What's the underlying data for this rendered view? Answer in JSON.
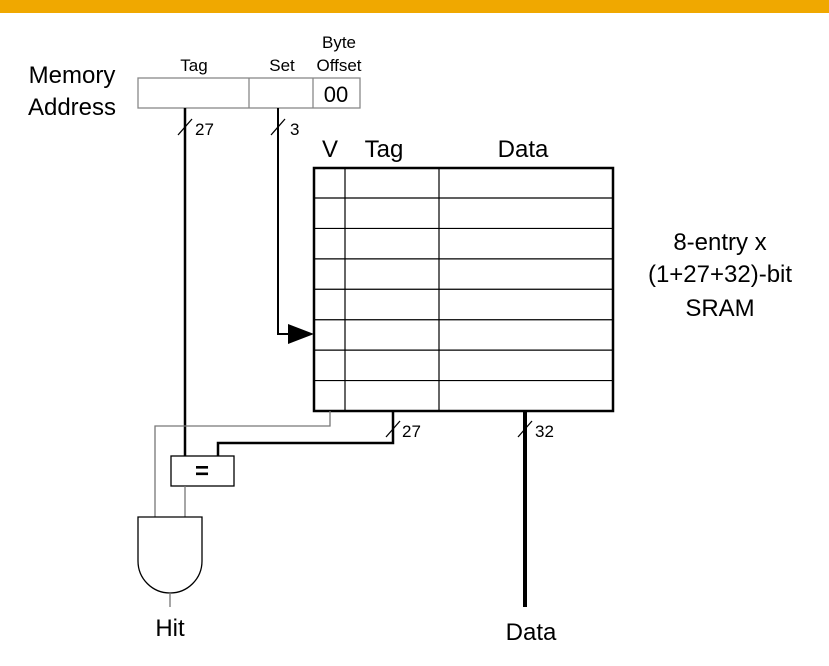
{
  "colors": {
    "top_bar": "#F0A800",
    "line": "#000000",
    "background": "#FFFFFF"
  },
  "address": {
    "label_line1": "Memory",
    "label_line2": "Address",
    "tag_label": "Tag",
    "set_label": "Set",
    "byte_offset_line1": "Byte",
    "byte_offset_line2": "Offset",
    "byte_offset_value": "00"
  },
  "bus_widths": {
    "tag": "27",
    "set": "3",
    "sram_tag": "27",
    "data": "32"
  },
  "sram": {
    "columns": {
      "valid": "V",
      "tag": "Tag",
      "data": "Data"
    },
    "rows": 8,
    "desc_line1": "8-entry x",
    "desc_line2": "(1+27+32)-bit",
    "desc_line3": "SRAM"
  },
  "comparator_symbol": "=",
  "outputs": {
    "hit": "Hit",
    "data": "Data"
  }
}
